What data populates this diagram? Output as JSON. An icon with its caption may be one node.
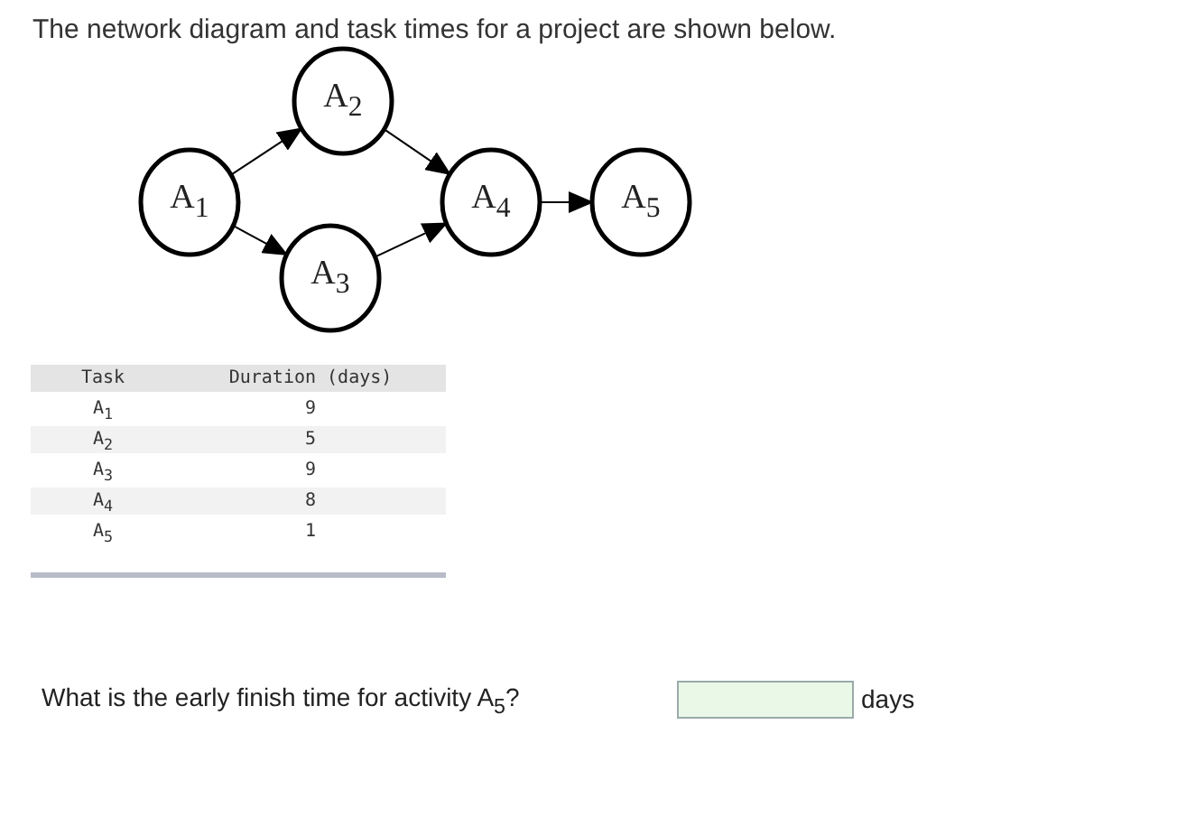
{
  "diagram": {
    "title": "The network diagram and task times for a project are shown below.",
    "nodes": [
      {
        "text": [
          "A$_{1}$"
        ]
      },
      {
        "text": [
          "A$_{2}$"
        ]
      },
      {
        "text": [
          "A$_{3}$"
        ]
      },
      {
        "text": [
          "A$_{4}$"
        ]
      },
      {
        "text": [
          "A$_{5}$"
        ]
      }
    ],
    "edges": [
      {
        "from": 0,
        "to": 1,
        "arrow": "to"
      },
      {
        "from": 0,
        "to": 2,
        "arrow": "to"
      },
      {
        "from": 1,
        "to": 3,
        "arrow": "to"
      },
      {
        "from": 2,
        "to": 3,
        "arrow": "to"
      },
      {
        "from": 3,
        "to": 4,
        "arrow": "to"
      }
    ],
    "labels": [
      "Task",
      "Duration (days)",
      "A$_{1}$",
      "9",
      "A$_{2}$",
      "5",
      "A$_{3}$",
      "9",
      "A$_{4}$",
      "8",
      "A$_{5}$",
      "1",
      "What is the early finish time for activity A$_{5}$?",
      "days"
    ]
  }
}
